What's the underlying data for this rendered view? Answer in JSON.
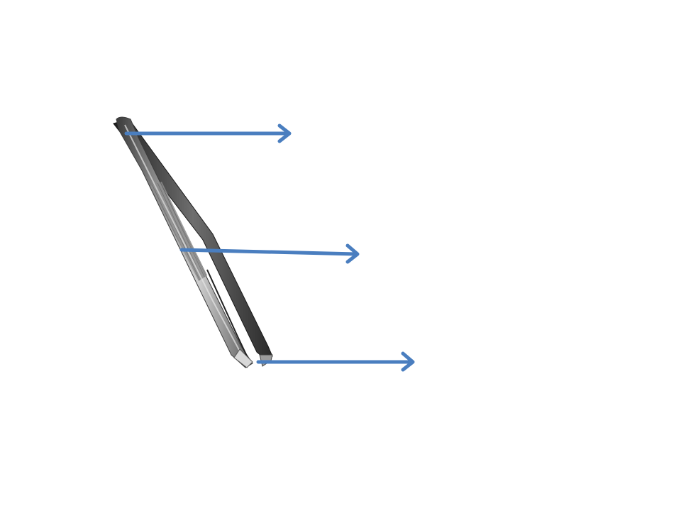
{
  "diagram": {
    "subject_icon": "tweezers-icon",
    "arrow_color": "#4a7ebf",
    "arrow_icon": "right-arrow-icon",
    "pointers": [
      {
        "name": "pointer-arrow-top",
        "target": "tweezers-top"
      },
      {
        "name": "pointer-arrow-middle",
        "target": "tweezers-middle"
      },
      {
        "name": "pointer-arrow-bottom",
        "target": "tweezers-tips"
      }
    ]
  }
}
